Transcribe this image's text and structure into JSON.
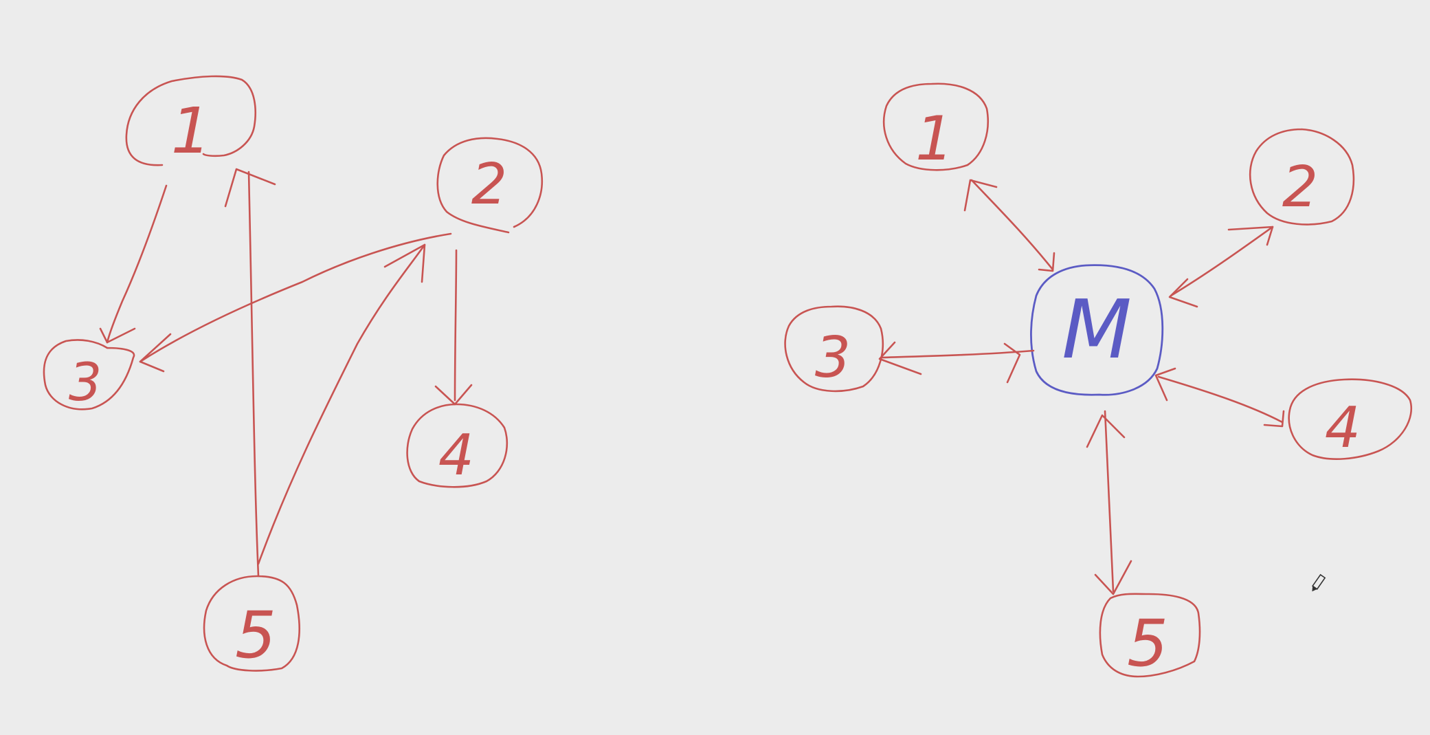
{
  "colors": {
    "background": "#ececec",
    "node_ink": "#c85452",
    "mediator_ink": "#5b5bc4"
  },
  "left_diagram": {
    "nodes": [
      {
        "id": "n1",
        "label": "1"
      },
      {
        "id": "n2",
        "label": "2"
      },
      {
        "id": "n3",
        "label": "3"
      },
      {
        "id": "n4",
        "label": "4"
      },
      {
        "id": "n5",
        "label": "5"
      }
    ],
    "edges": [
      {
        "from": "1",
        "to": "3",
        "direction": "one-way"
      },
      {
        "from": "2",
        "to": "3",
        "direction": "one-way"
      },
      {
        "from": "2",
        "to": "4",
        "direction": "one-way"
      },
      {
        "from": "5",
        "to": "1",
        "direction": "one-way"
      },
      {
        "from": "5",
        "to": "2",
        "direction": "one-way"
      }
    ]
  },
  "right_diagram": {
    "hub": {
      "id": "hub",
      "label": "M"
    },
    "nodes": [
      {
        "id": "r1",
        "label": "1"
      },
      {
        "id": "r2",
        "label": "2"
      },
      {
        "id": "r3",
        "label": "3"
      },
      {
        "id": "r4",
        "label": "4"
      },
      {
        "id": "r5",
        "label": "5"
      }
    ],
    "edges": [
      {
        "from": "M",
        "to": "1",
        "direction": "two-way"
      },
      {
        "from": "M",
        "to": "2",
        "direction": "two-way"
      },
      {
        "from": "M",
        "to": "3",
        "direction": "two-way"
      },
      {
        "from": "M",
        "to": "4",
        "direction": "two-way"
      },
      {
        "from": "M",
        "to": "5",
        "direction": "two-way"
      }
    ]
  },
  "cursor": {
    "icon": "pencil-icon"
  }
}
